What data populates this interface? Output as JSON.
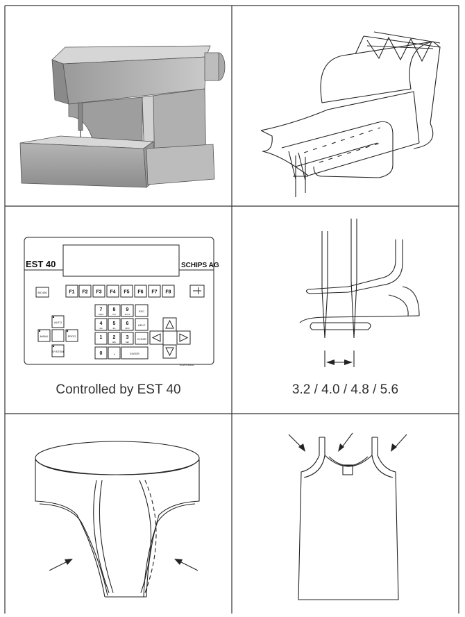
{
  "panels": {
    "machine": {},
    "seam": {},
    "controller": {
      "model_label": "EST 40",
      "brand": "SCHIPS AG",
      "caption": "Controlled by EST 40",
      "keys": {
        "f1": "F1",
        "f2": "F2",
        "f3": "F3",
        "f4": "F4",
        "f5": "F5",
        "f6": "F6",
        "f7": "F7",
        "f8": "F8",
        "mc": "MC406",
        "k7": "7",
        "k8": "8",
        "k9": "9",
        "esc": "ESC",
        "k4": "4",
        "k5": "5",
        "k6": "6",
        "help": "HELP",
        "k1": "1",
        "k2": "2",
        "k3": "3",
        "clear": "CLEAR",
        "k0": "0",
        "dot": ".",
        "enter": "ENTER",
        "auto": "AUTO",
        "manu": "MANU",
        "prog": "PROG",
        "system": "SYSTEM",
        "sub7": "PQRS",
        "sub8": "TUV",
        "sub9": "WXYZ",
        "sub4": "GHI",
        "sub5": "JKL",
        "sub6": "MNO",
        "sub2": "ABC",
        "sub3": "DEF",
        "footer": "SCHIPS  MADE"
      }
    },
    "needles": {
      "caption": "3.2 / 4.0 / 4.8 / 5.6"
    },
    "briefs": {},
    "tanktop": {}
  }
}
